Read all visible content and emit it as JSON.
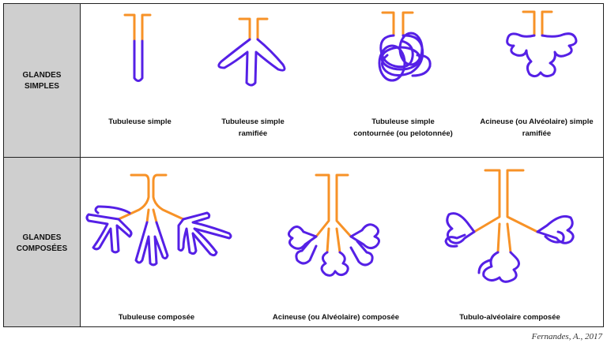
{
  "row_headers": [
    {
      "line1": "GLANDES",
      "line2": "SIMPLES"
    },
    {
      "line1": "GLANDES",
      "line2": "COMPOSÉES"
    }
  ],
  "captions": {
    "tubuleuse_simple": {
      "line1": "Tubuleuse simple",
      "line2": ""
    },
    "tubuleuse_simple_ramifiee": {
      "line1": "Tubuleuse simple",
      "line2": "ramifiée"
    },
    "tubuleuse_simple_contournee": {
      "line1": "Tubuleuse simple",
      "line2": "contournée (ou pelotonnée)"
    },
    "acineuse_simple_ramifiee": {
      "line1": "Acineuse (ou Alvéolaire) simple",
      "line2": "ramifiée"
    },
    "tubuleuse_composee": {
      "line1": "Tubuleuse composée"
    },
    "acineuse_composee": {
      "line1": "Acineuse (ou Alvéolaire) composée"
    },
    "tubulo_alveolaire_composee": {
      "line1": "Tubulo-alvéolaire composée"
    }
  },
  "credit": "Fernandes, A., 2017",
  "colors": {
    "duct": "#f79227",
    "secretory": "#5520e6",
    "sidebar": "#cfcfcf"
  }
}
